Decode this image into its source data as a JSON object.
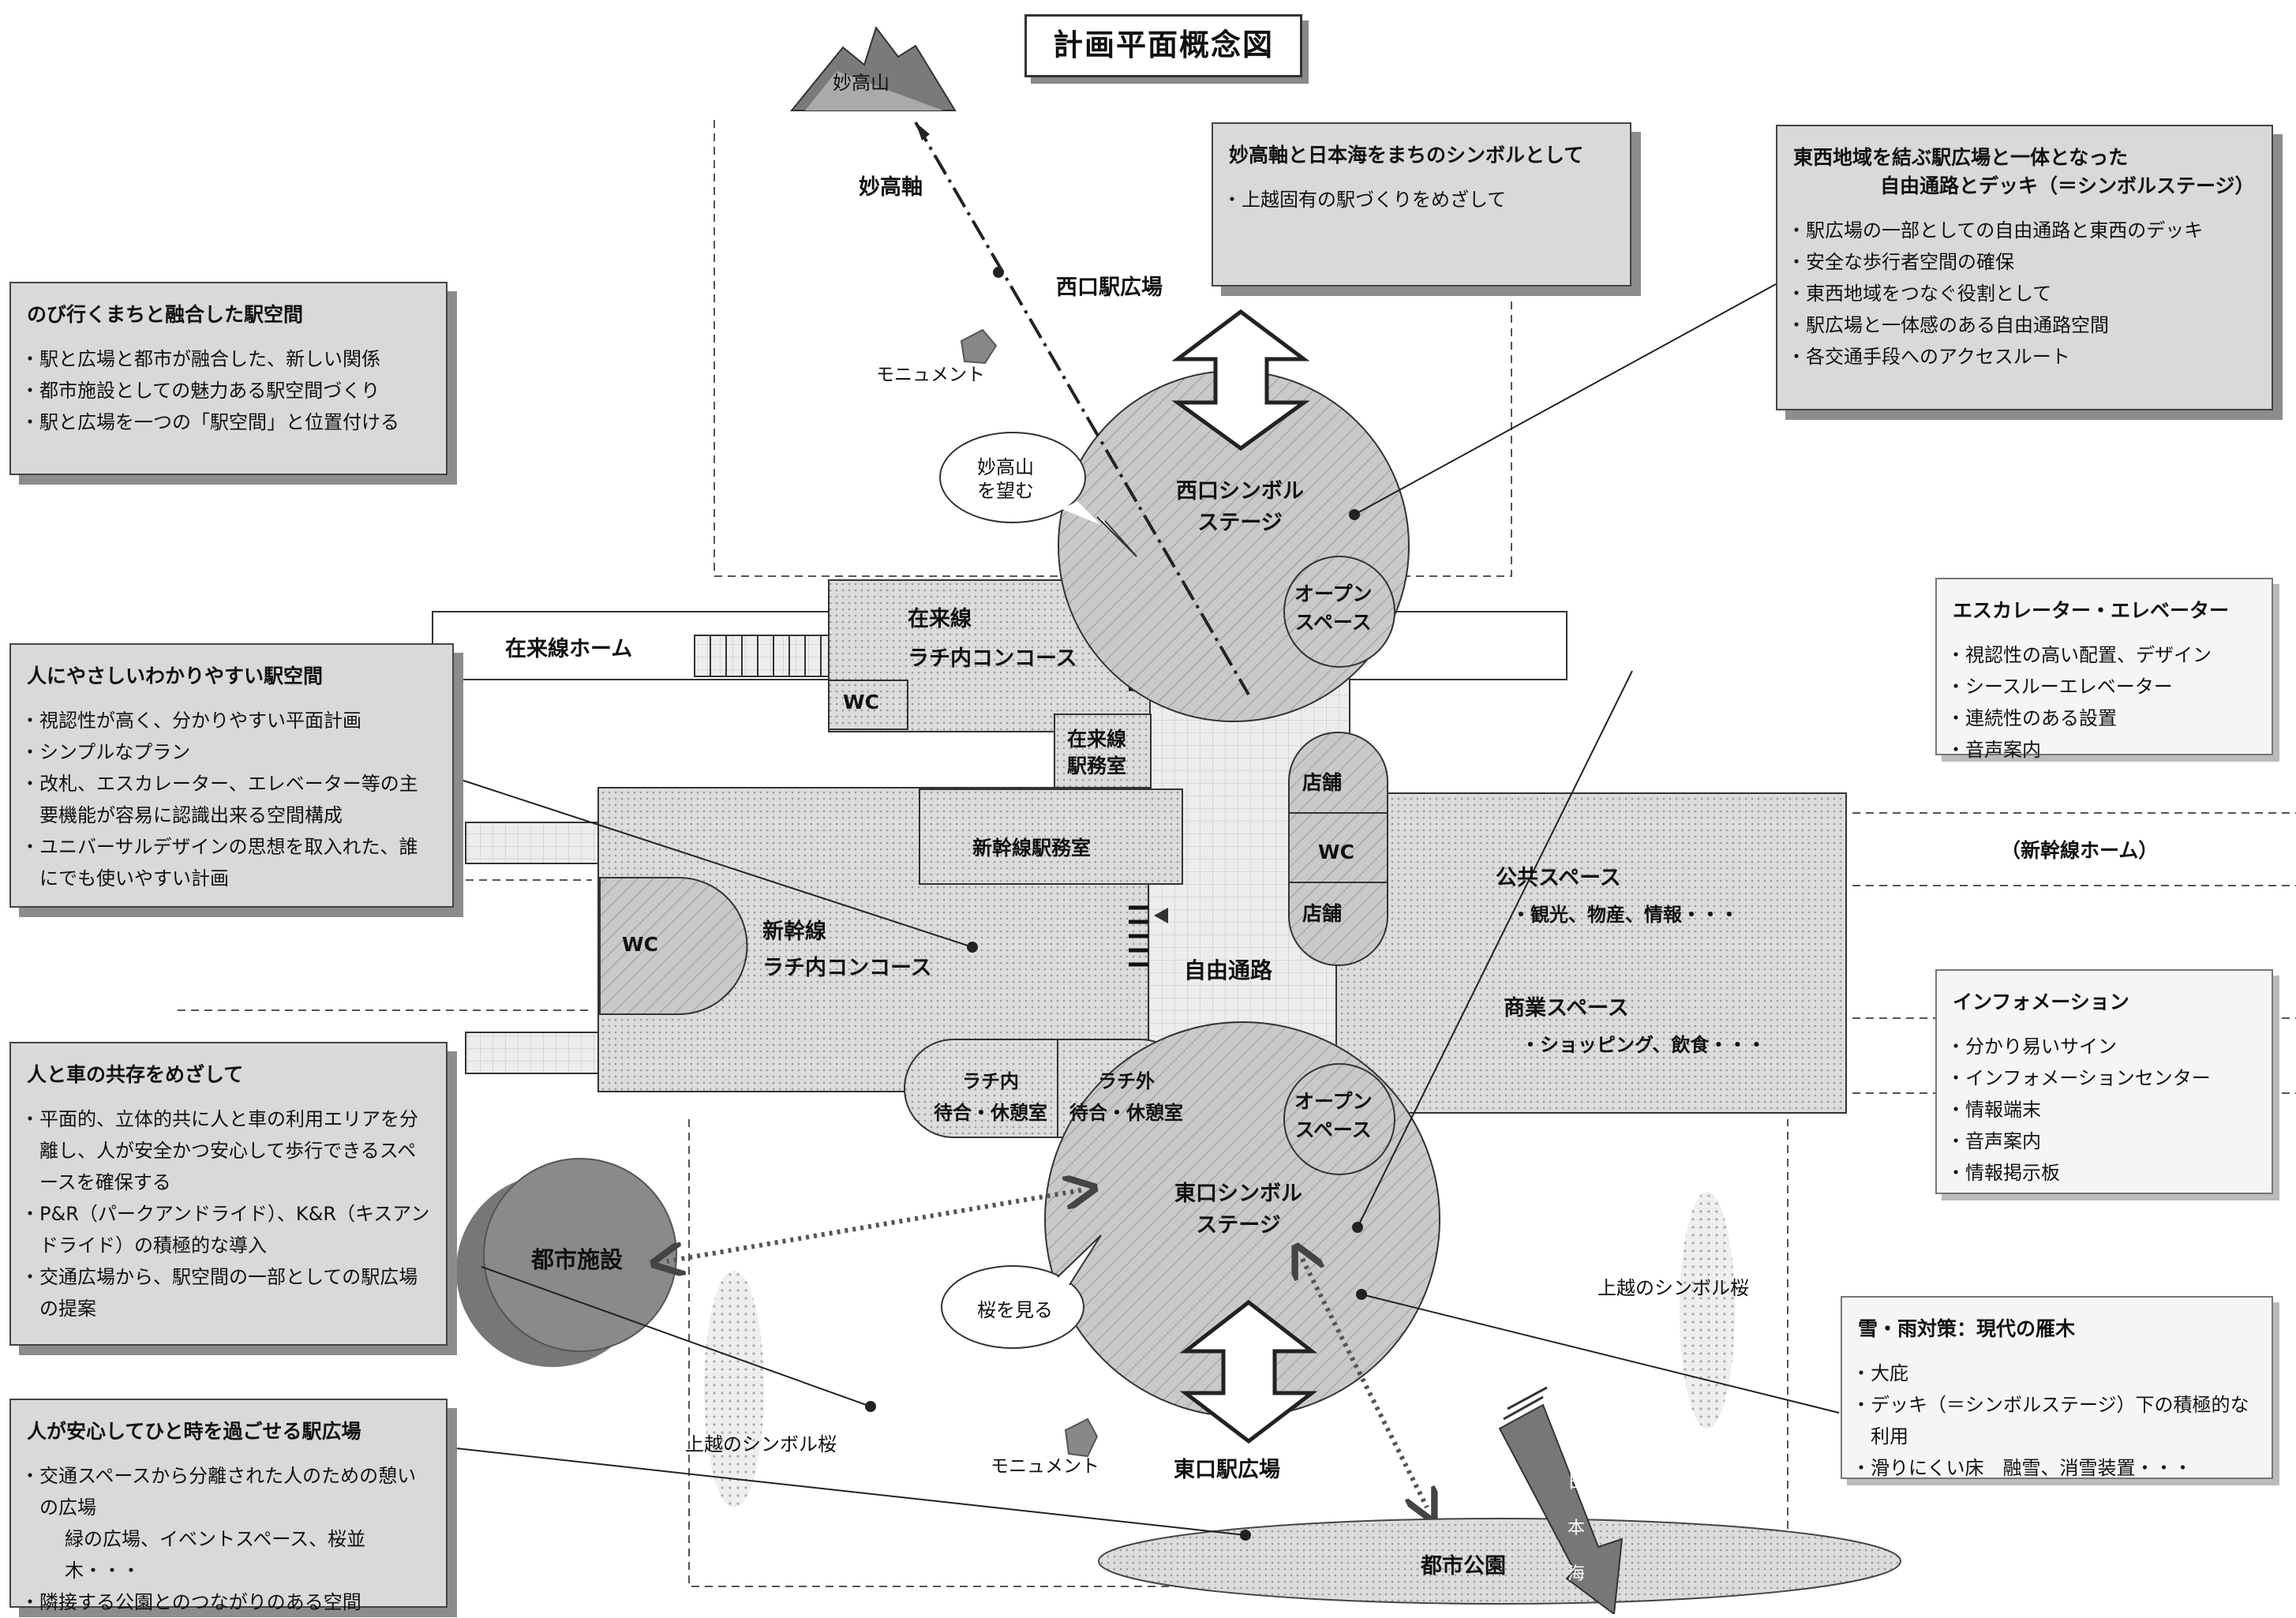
{
  "title": "計画平面概念図",
  "places": {
    "myoko": "妙高山",
    "myoko_axis": "妙高軸",
    "west_plaza": "西口駅広場",
    "monument": "モニュメント",
    "view_myoko": [
      "妙高山",
      "を望む"
    ],
    "west_stage": [
      "西口シンボル",
      "ステージ"
    ],
    "open_space": [
      "オープン",
      "スペース"
    ],
    "zairai_home": "在来線ホーム",
    "zairai_concourse": [
      "在来線",
      "ラチ内コンコース"
    ],
    "wc": "WC",
    "zairai_office": [
      "在来線",
      "駅務室"
    ],
    "shinkansen_office": "新幹線駅務室",
    "shinkansen_concourse": [
      "新幹線",
      "ラチ内コンコース"
    ],
    "free_passage": "自由通路",
    "shop": "店舗",
    "public_space": [
      "公共スペース",
      "・観光、物産、情報・・・"
    ],
    "commercial_space": [
      "商業スペース",
      "・ショッピング、飲食・・・"
    ],
    "shinkansen_home": "（新幹線ホーム）",
    "waiting_inside": [
      "ラチ内",
      "待合・休憩室"
    ],
    "waiting_outside": [
      "ラチ外",
      "待合・休憩室"
    ],
    "east_stage": [
      "東口シンボル",
      "ステージ"
    ],
    "see_sakura": "桜を見る",
    "city_facility": "都市施設",
    "symbol_sakura": "上越のシンボル桜",
    "east_plaza": "東口駅広場",
    "city_park": "都市公園",
    "japan_sea": [
      "日",
      "本",
      "海"
    ]
  },
  "boxes": {
    "myoko_symbol": {
      "title": "妙高軸と日本海をまちのシンボルとして",
      "items": [
        "上越固有の駅づくりをめざして"
      ]
    },
    "east_west": {
      "title": [
        "東西地域を結ぶ駅広場と一体となった",
        "自由通路とデッキ（＝シンボルステージ）"
      ],
      "items": [
        "駅広場の一部としての自由通路と東西のデッキ",
        "安全な歩行者空間の確保",
        "東西地域をつなぐ役割として",
        "駅広場と一体感のある自由通路空間",
        "各交通手段へのアクセスルート"
      ]
    },
    "growing_town": {
      "title": "のび行くまちと融合した駅空間",
      "items": [
        "駅と広場と都市が融合した、新しい関係",
        "都市施設としての魅力ある駅空間づくり",
        "駅と広場を一つの「駅空間」と位置付ける"
      ]
    },
    "friendly": {
      "title": "人にやさしいわかりやすい駅空間",
      "items": [
        "視認性が高く、分かりやすい平面計画",
        "シンプルなプラン",
        "改札、エスカレーター、エレベーター等の主要機能が容易に認識出来る空間構成",
        "ユニバーサルデザインの思想を取入れた、誰にでも使いやすい計画"
      ]
    },
    "escalator": {
      "title": "エスカレーター・エレベーター",
      "items": [
        "視認性の高い配置、デザイン",
        "シースルーエレベーター",
        "連続性のある設置",
        "音声案内"
      ]
    },
    "coexist": {
      "title": "人と車の共存をめざして",
      "items": [
        "平面的、立体的共に人と車の利用エリアを分離し、人が安全かつ安心して歩行できるスペースを確保する",
        "P&R（パークアンドライド）、K&R（キスアンドライド）の積極的な導入",
        "交通広場から、駅空間の一部としての駅広場の提案"
      ]
    },
    "information": {
      "title": "インフォメーション",
      "items": [
        "分かり易いサイン",
        "インフォメーションセンター",
        "情報端末",
        "音声案内",
        "情報掲示板"
      ]
    },
    "snow_rain": {
      "title": "雪・雨対策：現代の雁木",
      "items": [
        "大庇",
        "デッキ（＝シンボルステージ）下の積極的な利用",
        "滑りにくい床　融雪、消雪装置・・・"
      ]
    },
    "relax_plaza": {
      "title": "人が安心してひと時を過ごせる駅広場",
      "items": [
        "交通スペースから分離された人のための憩いの広場"
      ],
      "sub": "緑の広場、イベントスペース、桜並木・・・",
      "items2": [
        "隣接する公園とのつながりのある空間"
      ]
    }
  }
}
